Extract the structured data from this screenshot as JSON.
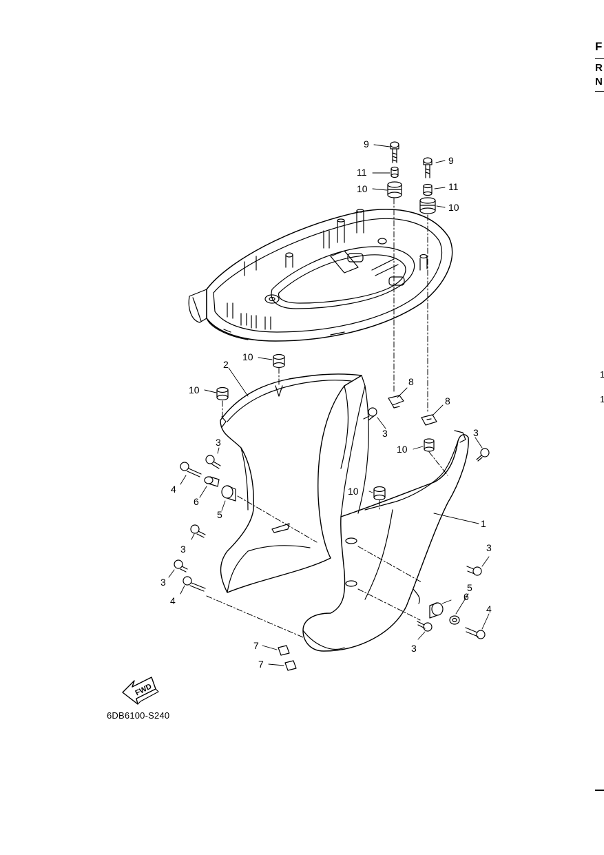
{
  "diagram_code": "6DB6100-S240",
  "fwd_label": "FWD",
  "edge_letters": [
    "F",
    "R",
    "N"
  ],
  "edge_numbers": [
    "1",
    "1"
  ],
  "callouts": [
    {
      "id": "c9a",
      "text": "9"
    },
    {
      "id": "c11a",
      "text": "11"
    },
    {
      "id": "c10a",
      "text": "10"
    },
    {
      "id": "c9b",
      "text": "9"
    },
    {
      "id": "c11b",
      "text": "11"
    },
    {
      "id": "c10b",
      "text": "10"
    },
    {
      "id": "c10c",
      "text": "10"
    },
    {
      "id": "c2",
      "text": "2"
    },
    {
      "id": "c10d",
      "text": "10"
    },
    {
      "id": "c8a",
      "text": "8"
    },
    {
      "id": "c8b",
      "text": "8"
    },
    {
      "id": "c3a",
      "text": "3"
    },
    {
      "id": "c3b",
      "text": "3"
    },
    {
      "id": "c3c",
      "text": "3"
    },
    {
      "id": "c10e",
      "text": "10"
    },
    {
      "id": "c4a",
      "text": "4"
    },
    {
      "id": "c6a",
      "text": "6"
    },
    {
      "id": "c5a",
      "text": "5"
    },
    {
      "id": "c10f",
      "text": "10"
    },
    {
      "id": "c1",
      "text": "1"
    },
    {
      "id": "c3d",
      "text": "3"
    },
    {
      "id": "c3e",
      "text": "3"
    },
    {
      "id": "c3f",
      "text": "3"
    },
    {
      "id": "c4b",
      "text": "4"
    },
    {
      "id": "c5b",
      "text": "5"
    },
    {
      "id": "c6b",
      "text": "6"
    },
    {
      "id": "c4c",
      "text": "4"
    },
    {
      "id": "c3g",
      "text": "3"
    },
    {
      "id": "c7a",
      "text": "7"
    },
    {
      "id": "c7b",
      "text": "7"
    }
  ]
}
